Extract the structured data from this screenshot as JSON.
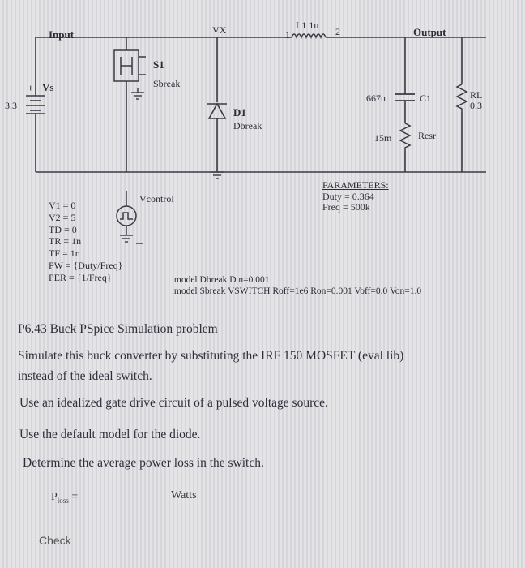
{
  "schematic": {
    "input_label": "Input",
    "output_label": "Output",
    "vx_label": "VX",
    "inductor_label": "L1 1u",
    "node1": "1",
    "node2": "2",
    "source_plus": "+",
    "source_name": "Vs",
    "source_value": "3.3",
    "switch_name": "S1",
    "switch_model": "Sbreak",
    "diode_name": "D1",
    "diode_model": "Dbreak",
    "cap_value": "667u",
    "cap_name": "C1",
    "load_name": "RL",
    "load_value": "0.3",
    "esr_value": "15m",
    "esr_name": "Resr",
    "vcontrol_label": "Vcontrol",
    "pulse_params": [
      "V1 = 0",
      "V2 = 5",
      "TD = 0",
      "TR = 1n",
      "TF = 1n",
      "PW = {Duty/Freq}",
      "PER = {1/Freq}"
    ],
    "parameters_title": "PARAMETERS:",
    "param_duty": "Duty = 0.364",
    "param_freq": "Freq = 500k",
    "model_dbreak": ".model Dbreak D n=0.001",
    "model_sbreak": ".model Sbreak VSWITCH Roff=1e6 Ron=0.001 Voff=0.0 Von=1.0"
  },
  "problem": {
    "title": "P6.43 Buck PSpice Simulation problem",
    "line1": "Simulate this buck converter by substituting the IRF 150 MOSFET (eval lib)",
    "line2": "instead of the ideal switch.",
    "line3": "Use an idealized gate drive circuit of a pulsed voltage source.",
    "line4": "Use the default model for the diode.",
    "line5": "Determine the average power loss in the switch.",
    "ploss_label": "P",
    "ploss_sub": "loss",
    "ploss_eq": "=",
    "ploss_value": "",
    "units": "Watts",
    "check_label": "Check"
  }
}
